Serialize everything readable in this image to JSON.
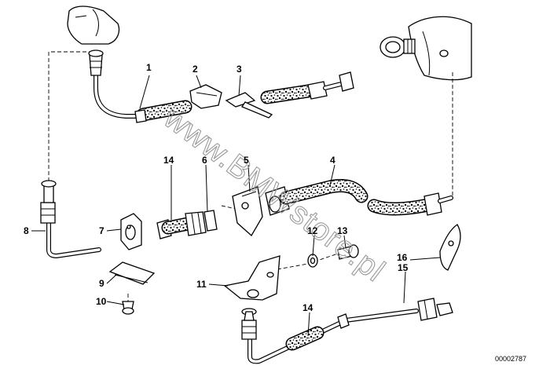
{
  "callouts": [
    {
      "label": "1"
    },
    {
      "label": "2"
    },
    {
      "label": "3"
    },
    {
      "label": "4"
    },
    {
      "label": "5"
    },
    {
      "label": "6"
    },
    {
      "label": "7"
    },
    {
      "label": "8"
    },
    {
      "label": "9"
    },
    {
      "label": "10"
    },
    {
      "label": "11"
    },
    {
      "label": "12"
    },
    {
      "label": "13"
    },
    {
      "label": "14"
    },
    {
      "label": "14"
    },
    {
      "label": "15"
    },
    {
      "label": "16"
    }
  ],
  "watermark": "www.BMWstore.pl",
  "diagram_number": "00002787",
  "colors": {
    "ink": "#000000",
    "watermark": "#9a9a9a",
    "background": "#ffffff"
  }
}
